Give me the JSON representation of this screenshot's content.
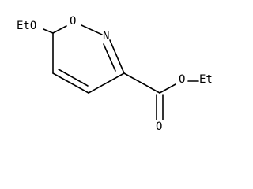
{
  "molecule": {
    "labels": {
      "ethoxy_left": "EtO",
      "ring_oxygen": "O",
      "ring_nitrogen": "N",
      "ester_oxygen_single": "O",
      "ethyl_right": "Et",
      "ester_oxygen_carbonyl": "O"
    }
  }
}
